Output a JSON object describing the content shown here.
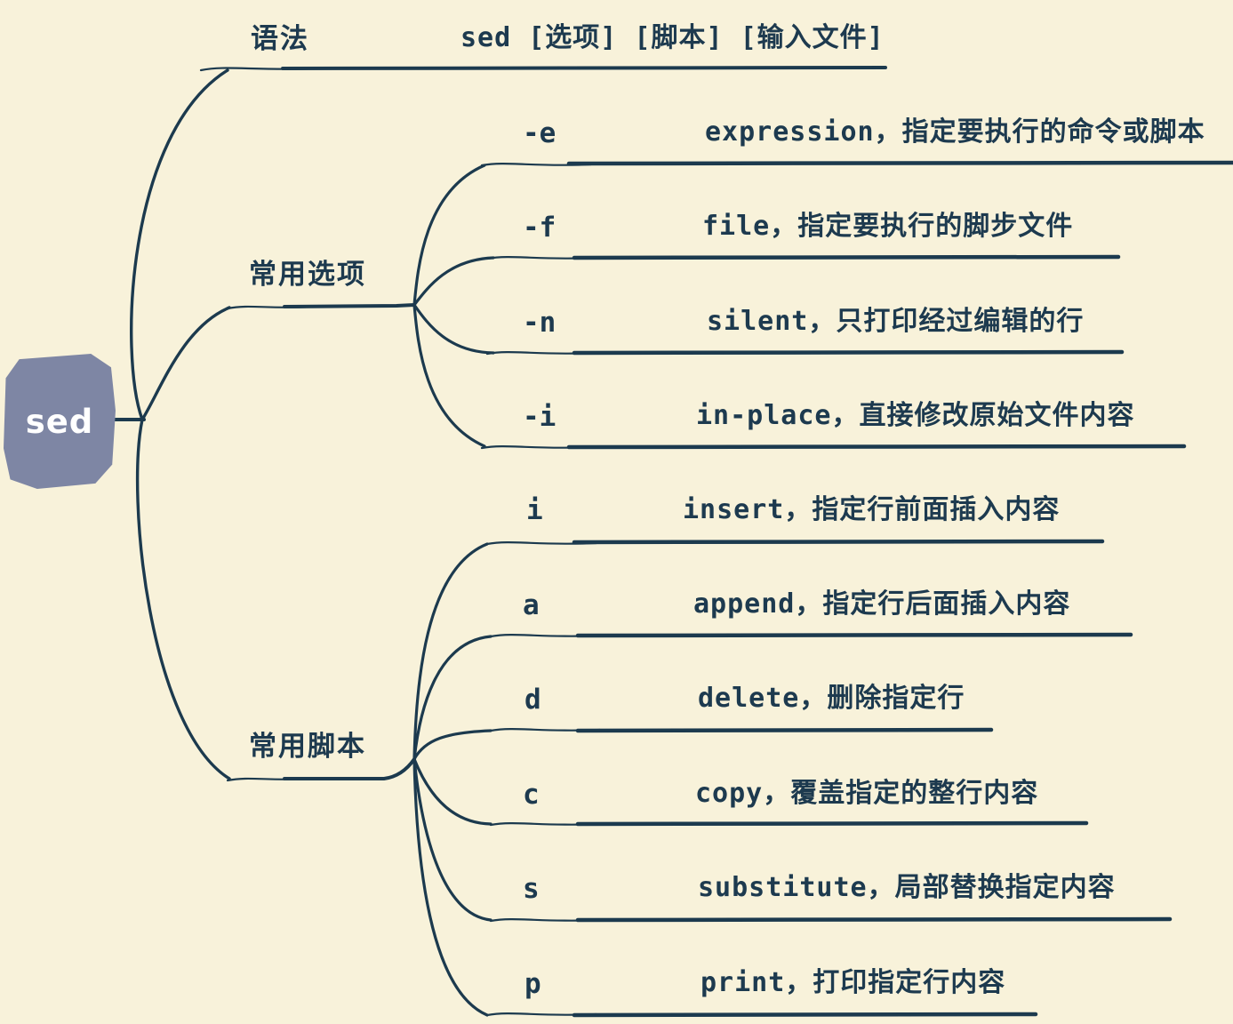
{
  "root": {
    "label": "sed"
  },
  "colors": {
    "background": "#f8f2da",
    "ink": "#1c3a4e",
    "text": "#1d3a4f",
    "root_fill": "#7e86a4",
    "root_text": "#ffffff"
  },
  "branches": [
    {
      "id": "syntax",
      "label": "语法",
      "value": "sed [选项] [脚本] [输入文件]"
    },
    {
      "id": "options",
      "label": "常用选项",
      "children": [
        {
          "flag": "-e",
          "desc": "expression，指定要执行的命令或脚本"
        },
        {
          "flag": "-f",
          "desc": "file，指定要执行的脚步文件"
        },
        {
          "flag": "-n",
          "desc": "silent，只打印经过编辑的行"
        },
        {
          "flag": "-i",
          "desc": "in-place，直接修改原始文件内容"
        }
      ]
    },
    {
      "id": "scripts",
      "label": "常用脚本",
      "children": [
        {
          "flag": "i",
          "desc": "insert，指定行前面插入内容"
        },
        {
          "flag": "a",
          "desc": "append，指定行后面插入内容"
        },
        {
          "flag": "d",
          "desc": "delete，删除指定行"
        },
        {
          "flag": "c",
          "desc": "copy，覆盖指定的整行内容"
        },
        {
          "flag": "s",
          "desc": "substitute，局部替换指定内容"
        },
        {
          "flag": "p",
          "desc": "print，打印指定行内容"
        }
      ]
    }
  ]
}
